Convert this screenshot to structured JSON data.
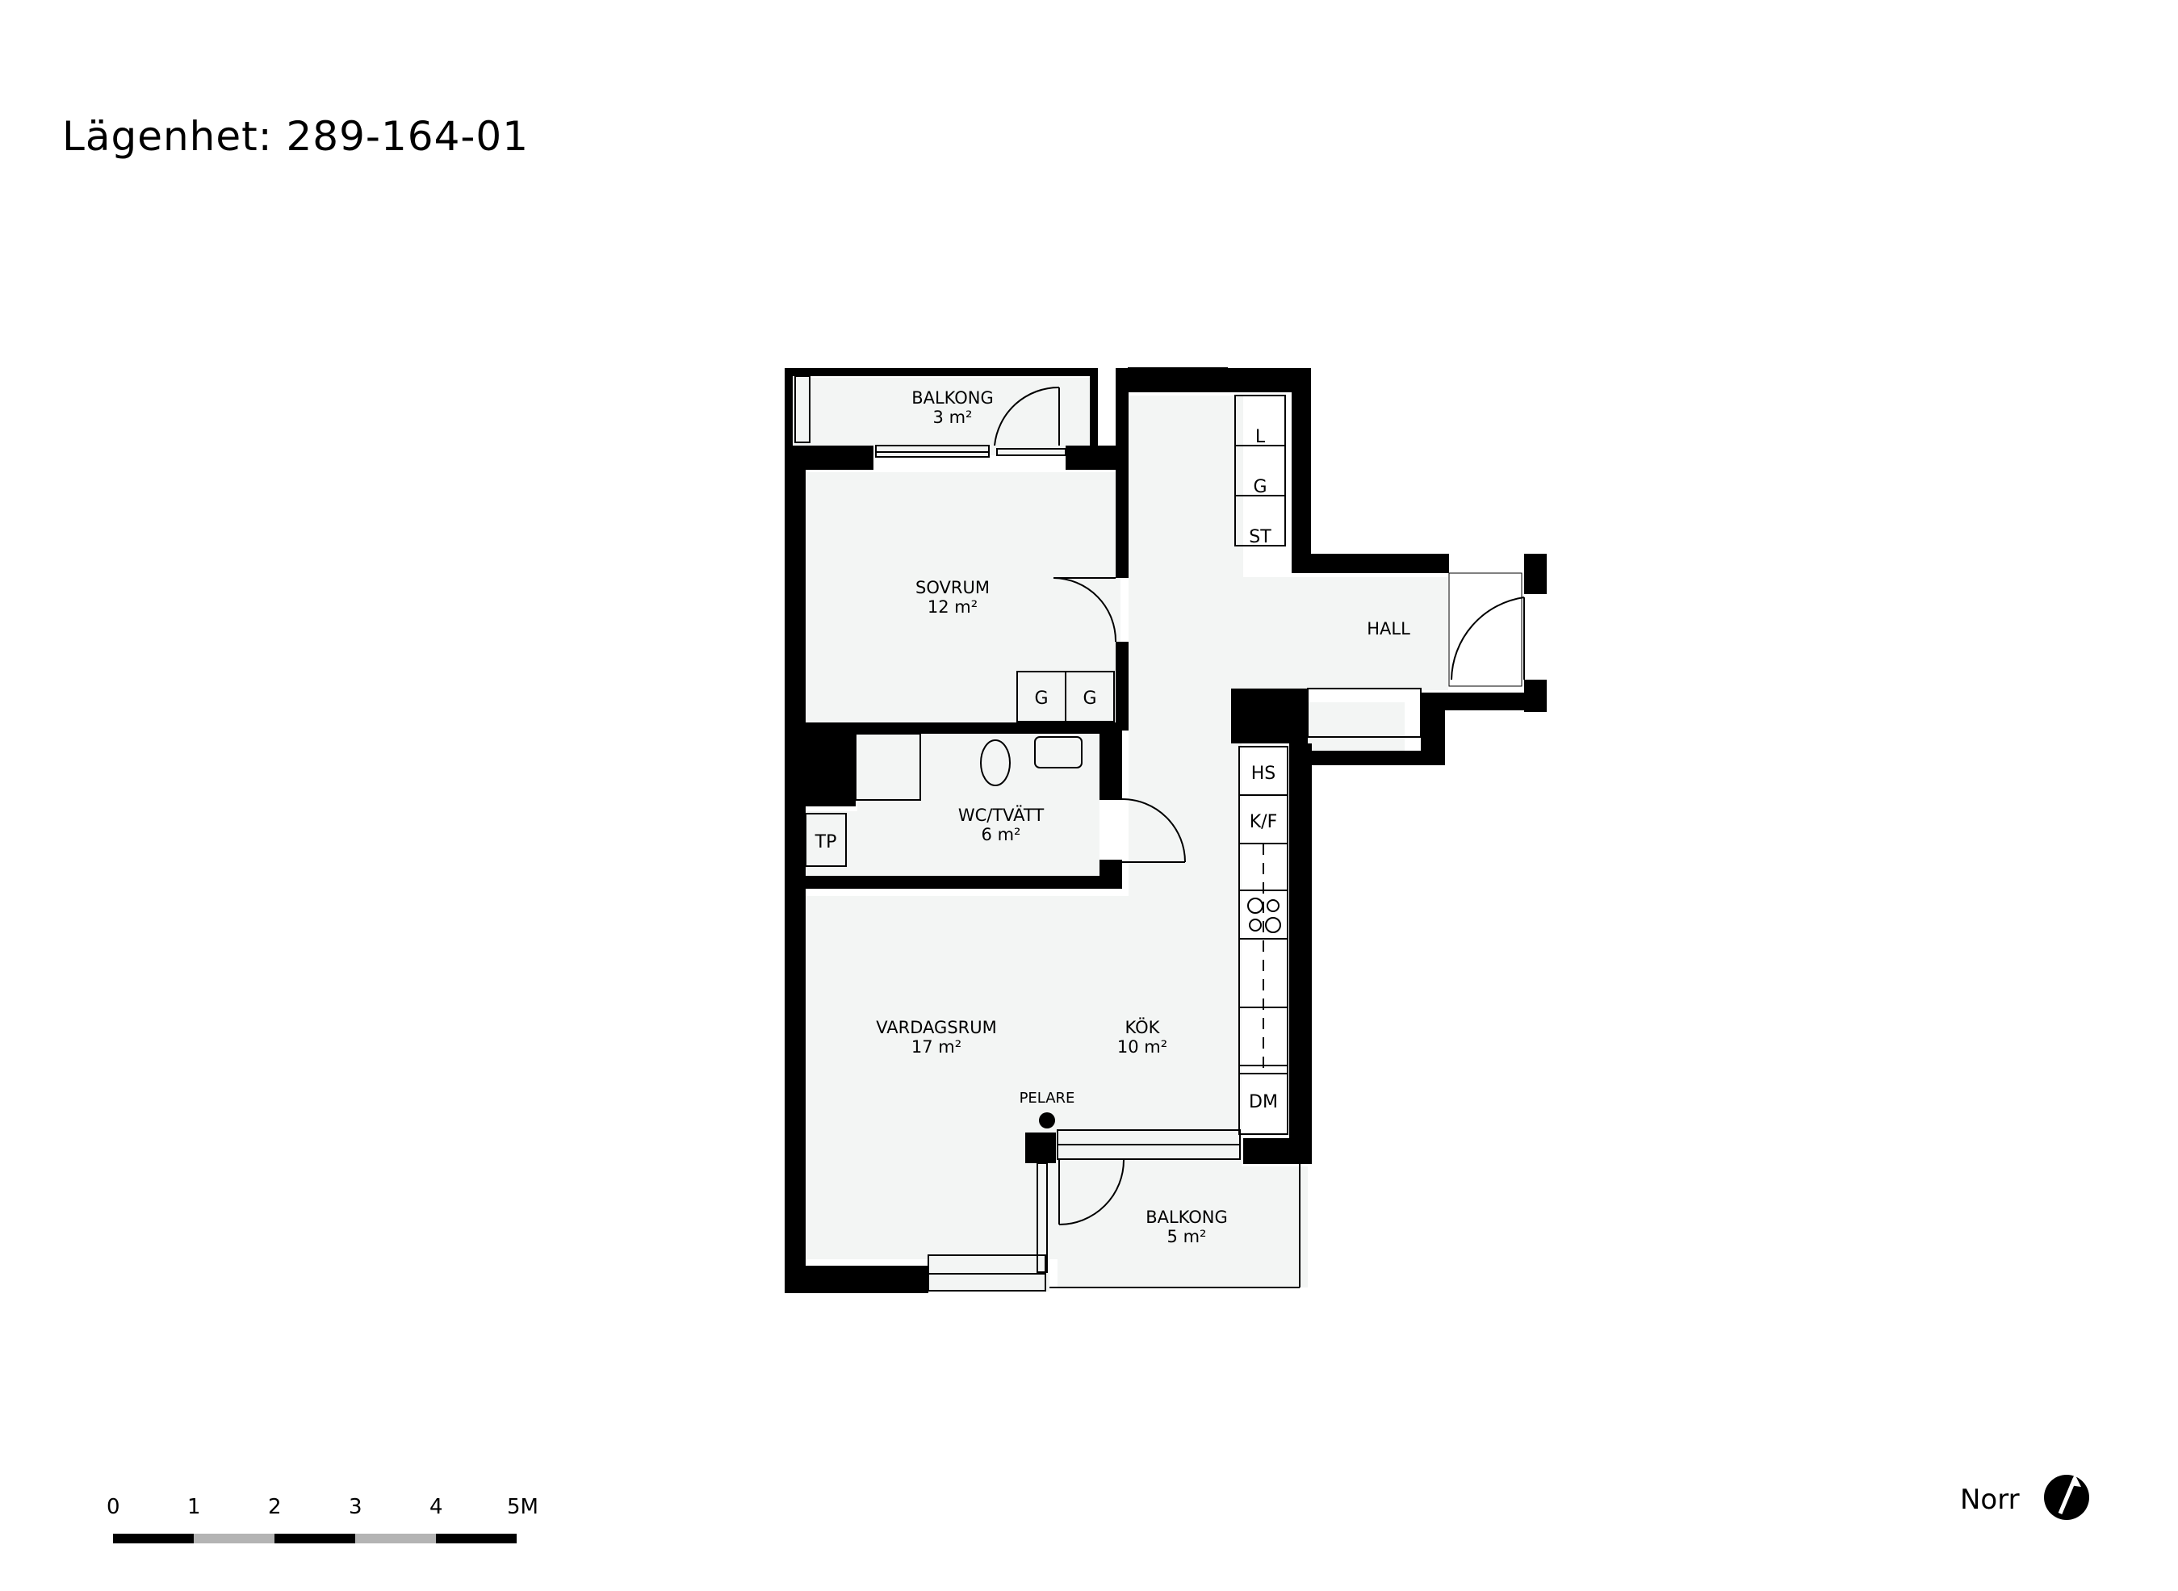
{
  "title": "Lägenhet: 289-164-01",
  "rooms": {
    "balkong_top": {
      "name": "BALKONG",
      "area": "3 m²"
    },
    "sovrum": {
      "name": "SOVRUM",
      "area": "12 m²"
    },
    "hall": {
      "name": "HALL"
    },
    "wc": {
      "name": "WC/TVÄTT",
      "area": "6 m²"
    },
    "vardagsrum": {
      "name": "VARDAGSRUM",
      "area": "17 m²"
    },
    "kok": {
      "name": "KÖK",
      "area": "10 m²"
    },
    "balkong_bottom": {
      "name": "BALKONG",
      "area": "5 m²"
    }
  },
  "fixtures": {
    "l": "L",
    "g1": "G",
    "st": "ST",
    "g2": "G",
    "g3": "G",
    "tp": "TP",
    "hs": "HS",
    "kf": "K/F",
    "dm": "DM",
    "pelare": "PELARE"
  },
  "scale": {
    "labels": [
      "0",
      "1",
      "2",
      "3",
      "4",
      "5M"
    ]
  },
  "north": {
    "label": "Norr"
  },
  "colors": {
    "wall": "#000000",
    "floor": "#f3f5f4",
    "scale_gray": "#b4b4b4"
  }
}
